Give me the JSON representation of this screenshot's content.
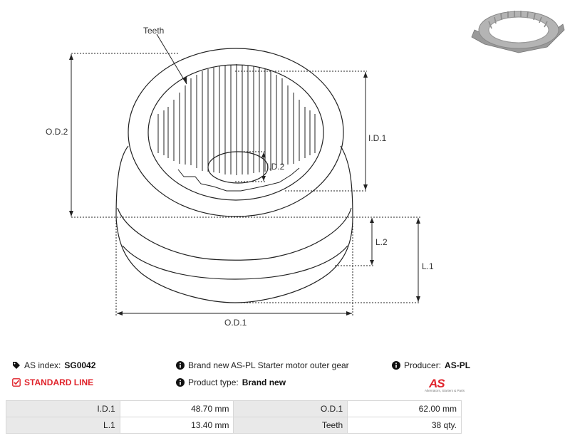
{
  "diagram": {
    "labels": {
      "teeth": "Teeth",
      "od2": "O.D.2",
      "id1": "I.D.1",
      "id2": "I.D.2",
      "l2": "L.2",
      "l1": "L.1",
      "od1": "O.D.1"
    }
  },
  "info": {
    "as_index_label": "AS index:",
    "as_index_value": "SG0042",
    "standard_line": "STANDARD LINE",
    "description": "Brand new AS-PL Starter motor outer gear",
    "product_type_label": "Product type:",
    "product_type_value": "Brand new",
    "producer_label": "Producer:",
    "producer_value": "AS-PL",
    "logo_mark": "AS",
    "logo_tagline": "Alternators, Starters & Parts"
  },
  "specs": [
    {
      "label": "I.D.1",
      "value": "48.70 mm",
      "label2": "O.D.1",
      "value2": "62.00 mm"
    },
    {
      "label": "L.1",
      "value": "13.40 mm",
      "label2": "Teeth",
      "value2": "38 qty."
    }
  ],
  "colors": {
    "accent": "#e0232b",
    "line": "#222222",
    "table_label_bg": "#e9e9e9"
  }
}
